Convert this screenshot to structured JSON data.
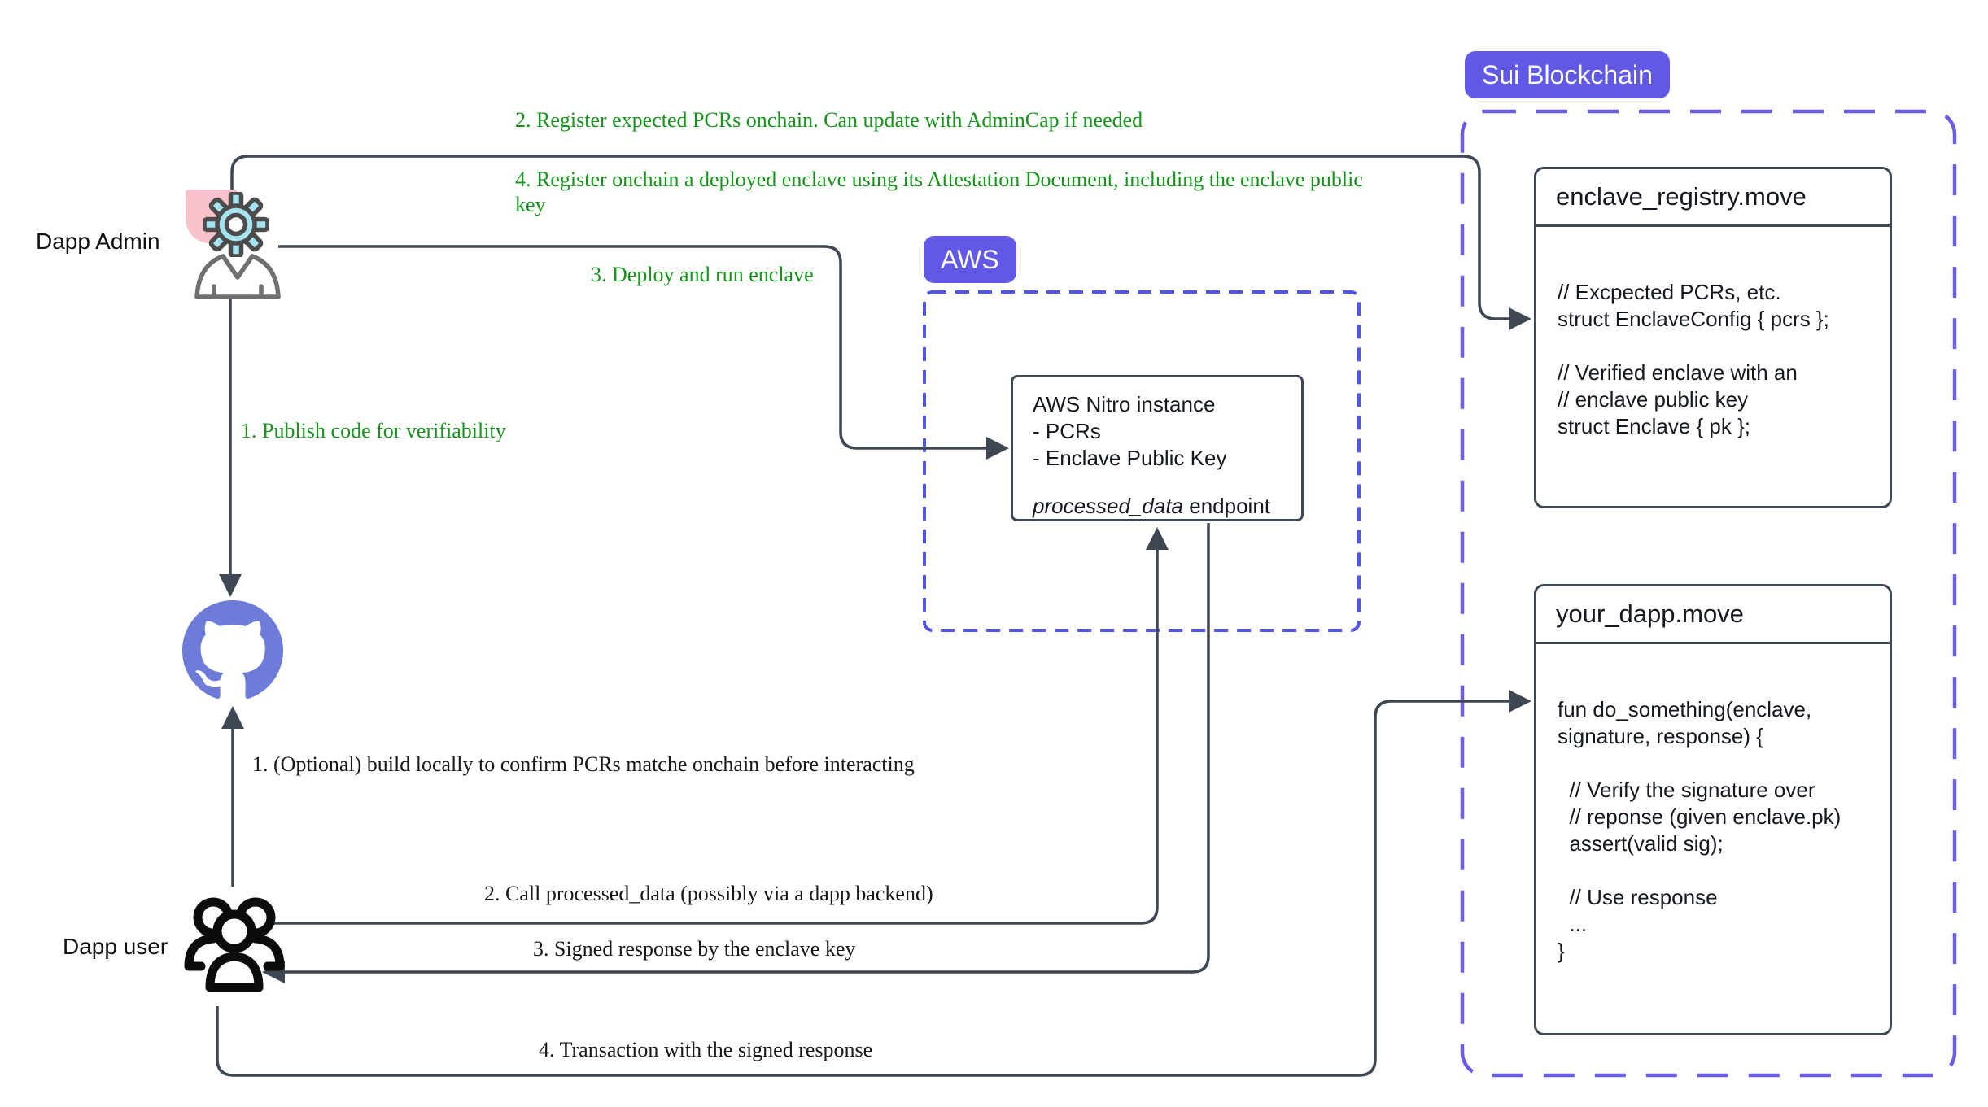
{
  "colors": {
    "accent": "#6159e6",
    "sui-dash": "#6a5be8",
    "aws-dash": "#5156e8",
    "line-dark": "#3f4754",
    "green": "#16941b",
    "github-purple": "#6d7bd9",
    "pink": "#f9c2cd",
    "gear-cyan": "#a5e3f0",
    "gear-outline": "#4c4c4c",
    "person-outline": "#707070"
  },
  "badges": {
    "sui": "Sui Blockchain",
    "aws": "AWS"
  },
  "actors": {
    "admin_label": "Dapp Admin",
    "user_label": "Dapp user"
  },
  "admin_steps": {
    "step1": "1. Publish code for verifiability",
    "step2": "2. Register expected PCRs onchain. Can update with AdminCap if needed",
    "step3": "3. Deploy and run enclave",
    "step4": "4. Register onchain a deployed enclave using its Attestation Document, including the enclave public key"
  },
  "user_steps": {
    "step1": "1. (Optional) build locally to confirm PCRs matche onchain before interacting",
    "step2": "2. Call processed_data (possibly via a dapp backend)",
    "step3": "3. Signed response by the enclave key",
    "step4": "4. Transaction with the signed response"
  },
  "nitro_box": {
    "title": "AWS Nitro instance",
    "items": "- PCRs\n- Enclave Public Key",
    "endpoint_name": "processed_data",
    "endpoint_suffix": " endpoint"
  },
  "enclave_registry": {
    "title": "enclave_registry.move",
    "code": "// Excpected PCRs, etc.\nstruct EnclaveConfig { pcrs };\n\n// Verified enclave with an\n// enclave public key\nstruct Enclave { pk };"
  },
  "your_dapp": {
    "title": "your_dapp.move",
    "code": "fun do_something(enclave,\nsignature, response) {\n\n  // Verify the signature over\n  // reponse (given enclave.pk)\n  assert(valid sig);\n\n  // Use response\n  ...\n}"
  }
}
